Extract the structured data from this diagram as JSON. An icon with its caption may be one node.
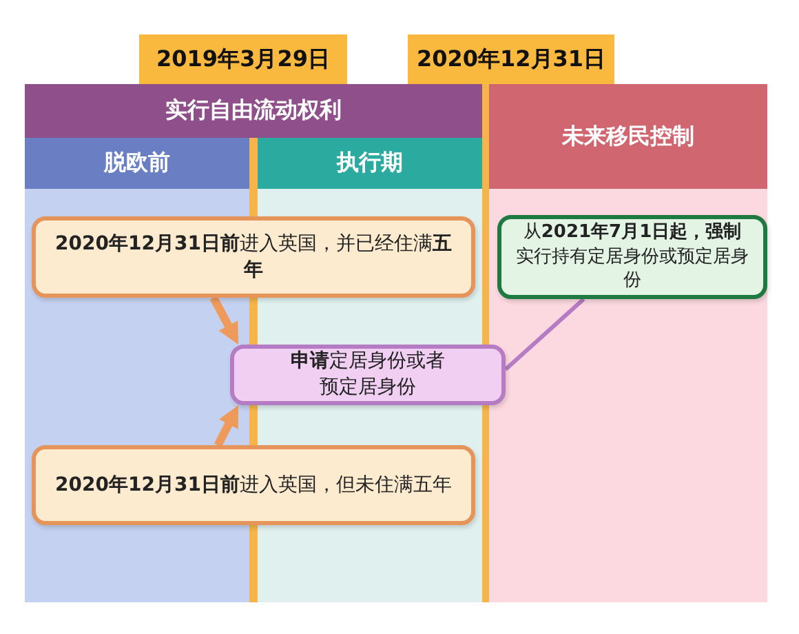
{
  "diagram": {
    "nodes": [
      {
        "text": [
          "2019年3月29日"
        ]
      },
      {
        "text": [
          "2020年12月31日"
        ]
      },
      {
        "text": [
          "实行自由流动权利"
        ]
      },
      {
        "text": [
          "未来移民控制"
        ]
      },
      {
        "text": [
          "脱欧前"
        ]
      },
      {
        "text": [
          "执行期"
        ]
      },
      {
        "text": [
          "**2020年12月31日前**进入英国，并已经住满**五年**"
        ]
      },
      {
        "text": [
          "从**2021年7月1日起，强制**实行持有定居身份或预定居身份"
        ]
      },
      {
        "text": [
          "**申请**定居身份或者预定居身份"
        ]
      },
      {
        "text": [
          "**2020年12月31日前**进入英国，但未住满五年"
        ]
      }
    ],
    "edges": [
      {
        "from": 6,
        "to": 8,
        "arrow": "to"
      },
      {
        "from": 9,
        "to": 8,
        "arrow": "to"
      },
      {
        "from": 8,
        "to": 7,
        "arrow": "none",
        "color": "#b57cc4"
      }
    ]
  }
}
